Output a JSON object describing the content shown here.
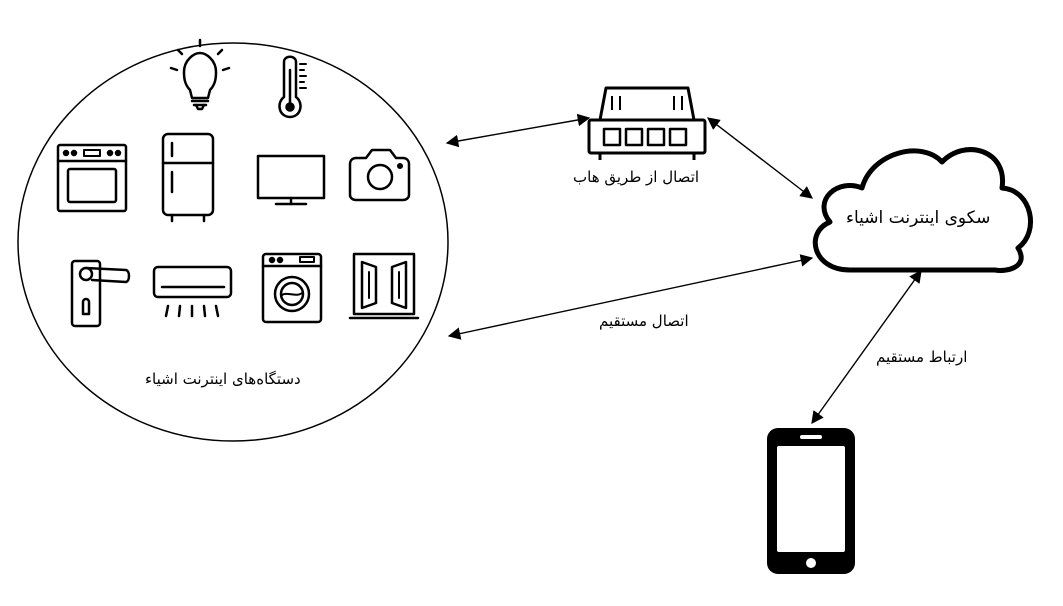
{
  "labels": {
    "iot_devices": "دستگاه‌های اینترنت اشیاء",
    "hub_connection": "اتصال از طریق هاب",
    "direct_connection": "اتصال مستقیم",
    "iot_platform": "سکوی اینترنت اشیاء",
    "direct_communication": "ارتباط مستقیم"
  },
  "devices": [
    "light-bulb-icon",
    "thermometer-icon",
    "oven-icon",
    "fridge-icon",
    "tv-icon",
    "camera-icon",
    "door-lock-icon",
    "air-conditioner-icon",
    "washing-machine-icon",
    "window-icon"
  ],
  "colors": {
    "stroke": "#000000",
    "background": "#ffffff"
  }
}
